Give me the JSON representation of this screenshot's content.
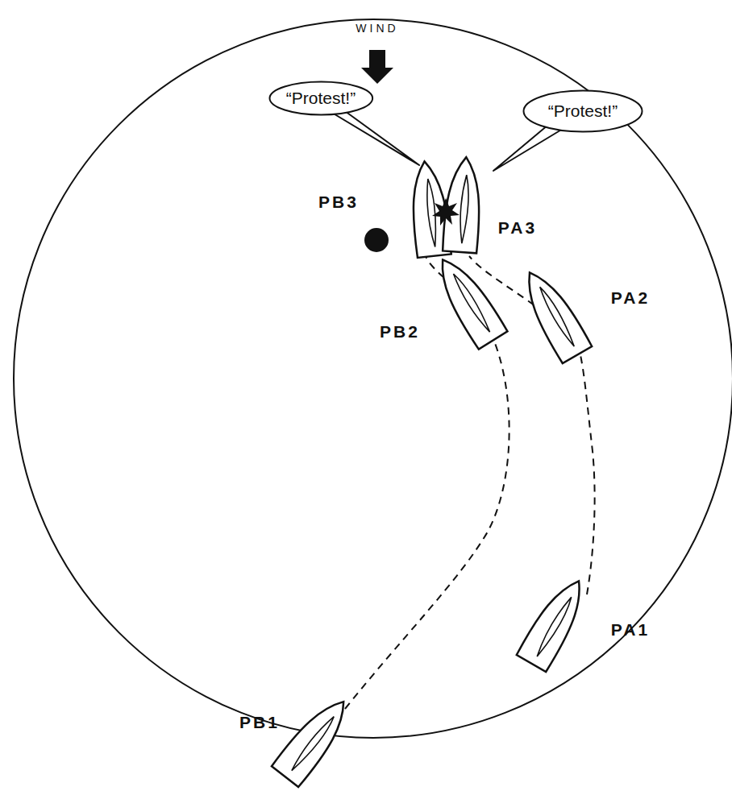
{
  "diagram": {
    "nodes": [
      {
        "text": [
          "“Protest!”"
        ]
      },
      {
        "text": [
          "“Protest!”"
        ]
      }
    ],
    "labels": [
      "WIND",
      "PB3",
      "PA3",
      "PA2",
      "PB2",
      "PA1",
      "PB1"
    ]
  }
}
